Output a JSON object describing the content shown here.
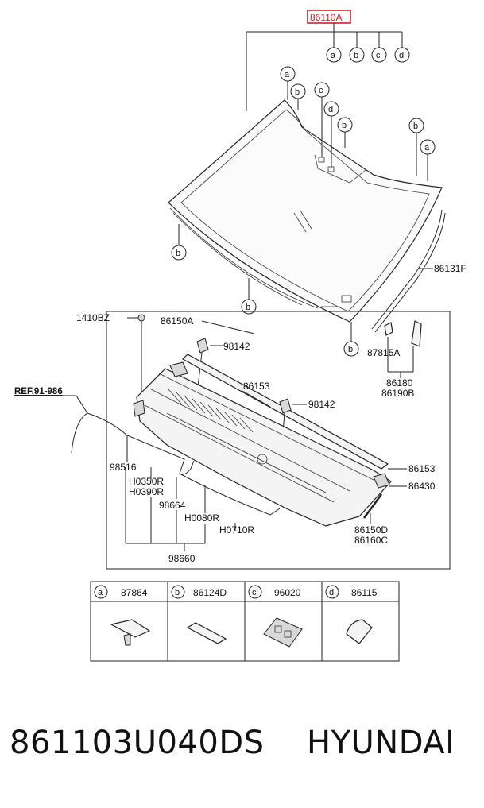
{
  "diagram": {
    "main_part": "86110A",
    "highlight_color": "#d0202a",
    "main_callouts": [
      "a",
      "b",
      "c",
      "d"
    ],
    "windshield_callouts": [
      "a",
      "b",
      "c",
      "d",
      "b",
      "b",
      "a",
      "b",
      "b",
      "b"
    ],
    "labels": {
      "p86131F": "86131F",
      "p1410BZ": "1410BZ",
      "p86150A": "86150A",
      "p98142a": "98142",
      "p86153a": "86153",
      "p98142b": "98142",
      "p87815A": "87815A",
      "p86180": "86180",
      "p86190B": "86190B",
      "ref": "REF.91-986",
      "p98516": "98516",
      "pH0350R": "H0350R",
      "pH0390R": "H0390R",
      "p98664": "98664",
      "pH0080R": "H0080R",
      "pH0710R": "H0710R",
      "p98660": "98660",
      "p86153b": "86153",
      "p86430": "86430",
      "p86150D": "86150D",
      "p86160C": "86160C"
    },
    "legend": [
      {
        "letter": "a",
        "part": "87864"
      },
      {
        "letter": "b",
        "part": "86124D"
      },
      {
        "letter": "c",
        "part": "96020"
      },
      {
        "letter": "d",
        "part": "86115"
      }
    ]
  },
  "footer": {
    "part_number": "861103U040DS",
    "brand": "HYUNDAI"
  }
}
